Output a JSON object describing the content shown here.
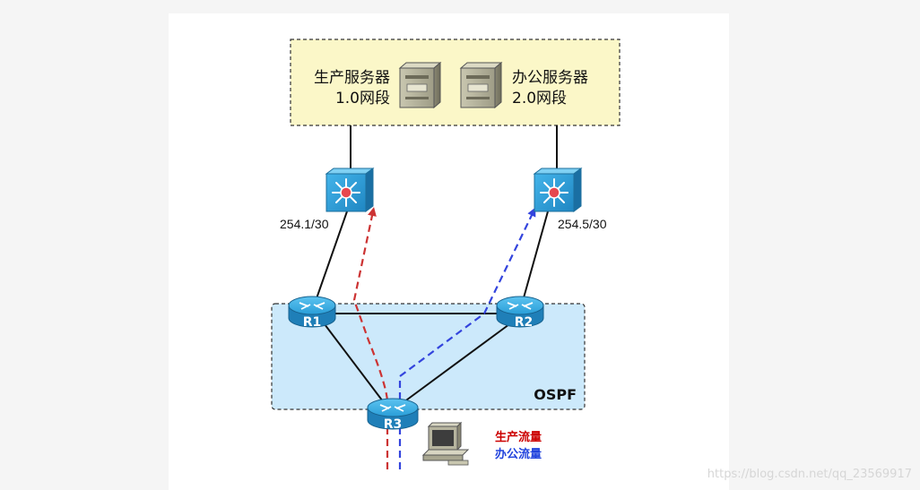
{
  "servers": {
    "production": {
      "name": "生产服务器",
      "segment": "1.0网段"
    },
    "office": {
      "name": "办公服务器",
      "segment": "2.0网段"
    }
  },
  "switches": {
    "left_ip": "254.1/30",
    "right_ip": "254.5/30"
  },
  "routers": {
    "r1": "R1",
    "r2": "R2",
    "r3": "R3"
  },
  "area": {
    "label": "OSPF"
  },
  "legend": {
    "production": "生产流量",
    "office": "办公流量"
  },
  "watermark": "https://blog.csdn.net/qq_23569917",
  "colors": {
    "server_zone_fill": "#fbf7c8",
    "ospf_zone_fill": "#cce9fb",
    "switch_blue": "#2a9ed8",
    "router_blue": "#2a9ed8",
    "production_flow": "#cc3333",
    "office_flow": "#3344dd"
  },
  "icons": {
    "server": "server-icon",
    "switch": "layer3-switch-icon",
    "router": "router-icon",
    "workstation": "pc-icon"
  }
}
